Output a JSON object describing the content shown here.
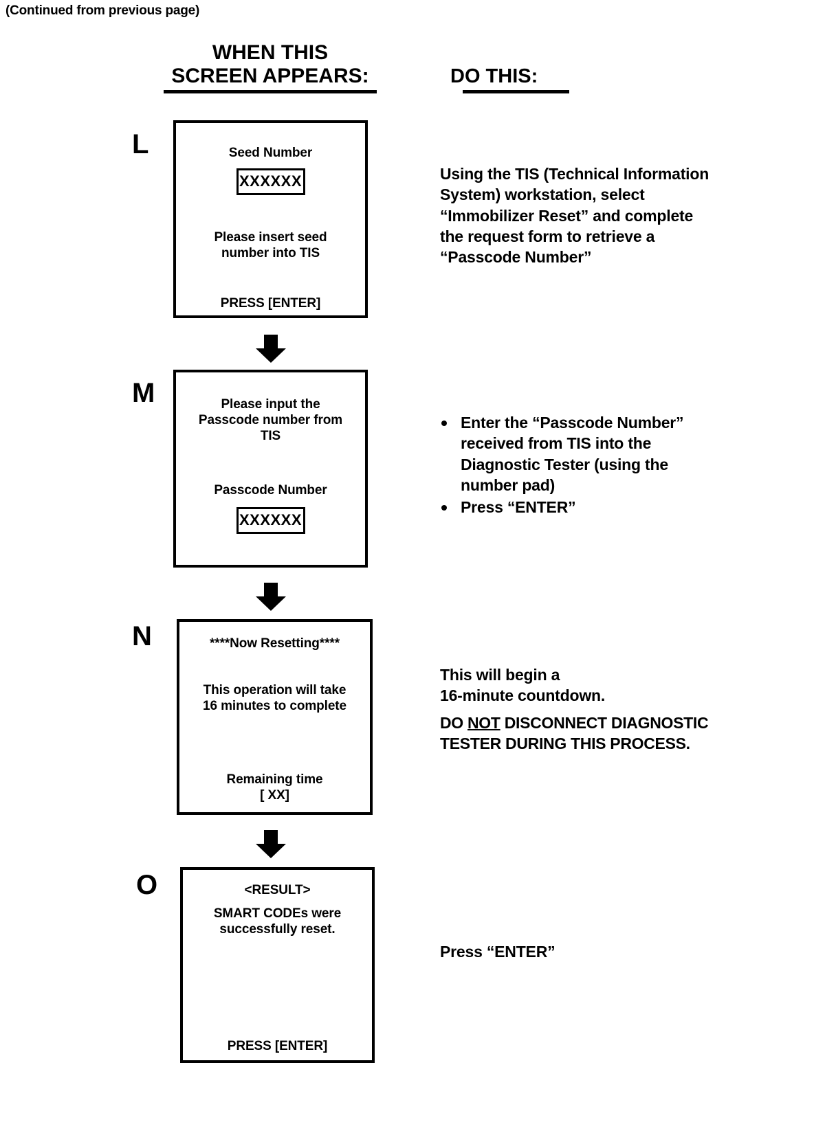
{
  "document": {
    "continued_note": "(Continued from previous page)"
  },
  "headers": {
    "screen_column_line1": "WHEN THIS",
    "screen_column_line2": "SCREEN APPEARS:",
    "action_column": "DO THIS:"
  },
  "steps": [
    {
      "letter": "L",
      "screen": {
        "title": "Seed Number",
        "field_value": "XXXXXX",
        "message_line1": "Please insert seed",
        "message_line2": "number into TIS",
        "footer": "PRESS [ENTER]"
      },
      "instruction": {
        "type": "paragraph",
        "lines": [
          "Using the TIS (Technical Information",
          "System) workstation, select",
          "“Immobilizer Reset” and complete",
          "the request form to retrieve a",
          "“Passcode Number”"
        ]
      }
    },
    {
      "letter": "M",
      "screen": {
        "message_line1": "Please input the",
        "message_line2": "Passcode number from",
        "message_line3": "TIS",
        "title": "Passcode Number",
        "field_value": "XXXXXX"
      },
      "instruction": {
        "type": "bullets",
        "bullets": [
          {
            "lines": [
              "Enter the “Passcode Number”",
              "received from TIS into the",
              "Diagnostic Tester (using the",
              "number pad)"
            ]
          },
          {
            "lines": [
              "Press “ENTER”"
            ]
          }
        ]
      }
    },
    {
      "letter": "N",
      "screen": {
        "title": "****Now Resetting****",
        "message_line1": "This operation will take",
        "message_line2": "16 minutes to complete",
        "footer_line1": "Remaining time",
        "footer_line2": "[ XX]"
      },
      "instruction": {
        "type": "paragraph-with-warning",
        "lines": [
          "This will begin a",
          "16-minute countdown."
        ],
        "warning": {
          "before": "DO ",
          "emphasis": "NOT",
          "after_line1": " DISCONNECT DIAGNOSTIC",
          "line2": "TESTER DURING THIS PROCESS."
        }
      }
    },
    {
      "letter": "O",
      "screen": {
        "title": "<RESULT>",
        "message_line1": "SMART CODEs were",
        "message_line2": "successfully reset.",
        "footer": "PRESS [ENTER]"
      },
      "instruction": {
        "type": "paragraph",
        "lines": [
          "Press “ENTER”"
        ]
      }
    }
  ],
  "colors": {
    "ink": "#000000",
    "paper": "#ffffff"
  }
}
